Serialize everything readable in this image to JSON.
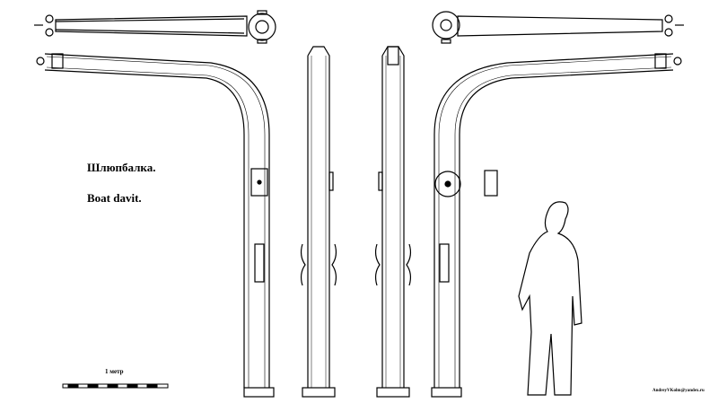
{
  "drawing": {
    "title_ru": "Шлюпбалка.",
    "title_en": "Boat davit.",
    "scale_label": "1 метр",
    "author": "AndreyVKolm@yandex.ru"
  }
}
